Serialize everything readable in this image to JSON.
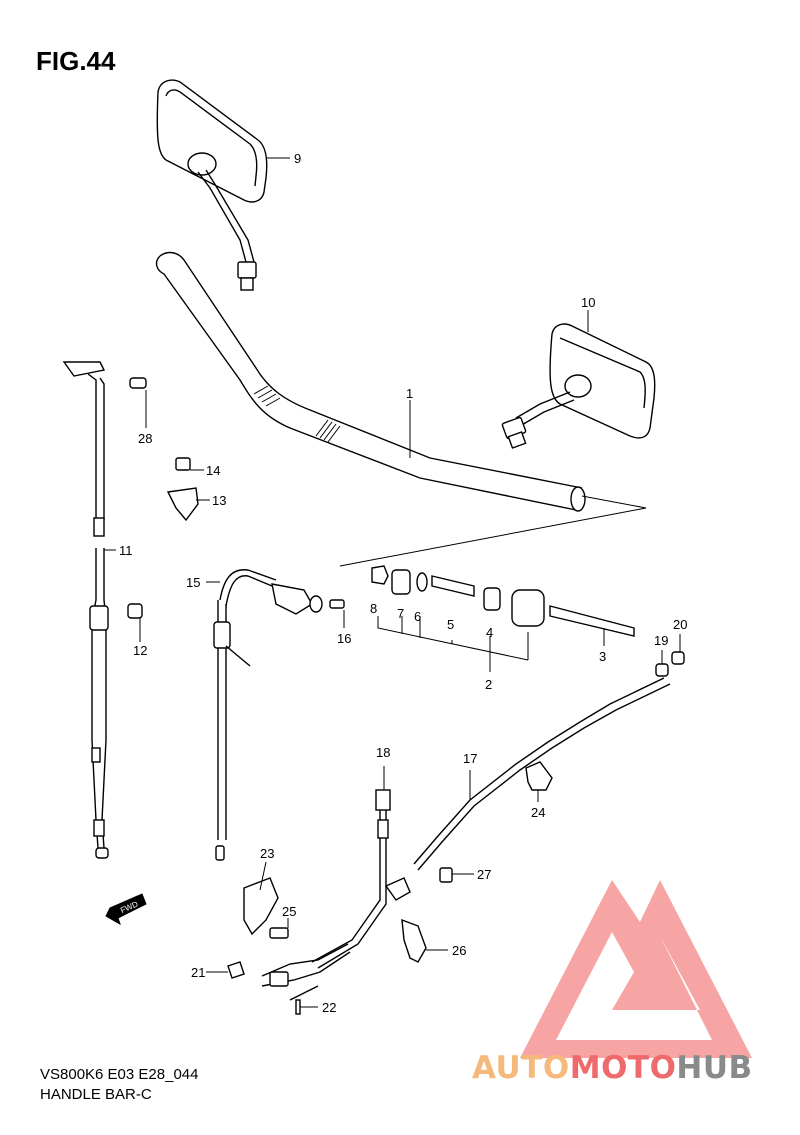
{
  "figure": {
    "title": "FIG.44",
    "code": "VS800K6 E03 E28_044",
    "name": "HANDLE BAR-C"
  },
  "callouts": [
    "1",
    "2",
    "3",
    "4",
    "5",
    "6",
    "7",
    "8",
    "9",
    "10",
    "11",
    "12",
    "13",
    "14",
    "15",
    "16",
    "17",
    "18",
    "19",
    "20",
    "21",
    "22",
    "23",
    "24",
    "25",
    "26",
    "27",
    "28"
  ],
  "fwd_label": "FWD",
  "watermark": {
    "part1": "AUTO",
    "part2": "MOTO",
    "part3": "HUB",
    "colors": {
      "part1": "#f5b97c",
      "part2": "#ef6a6a",
      "part3": "#8a8a8a",
      "logo": "#ef5b5b"
    }
  }
}
